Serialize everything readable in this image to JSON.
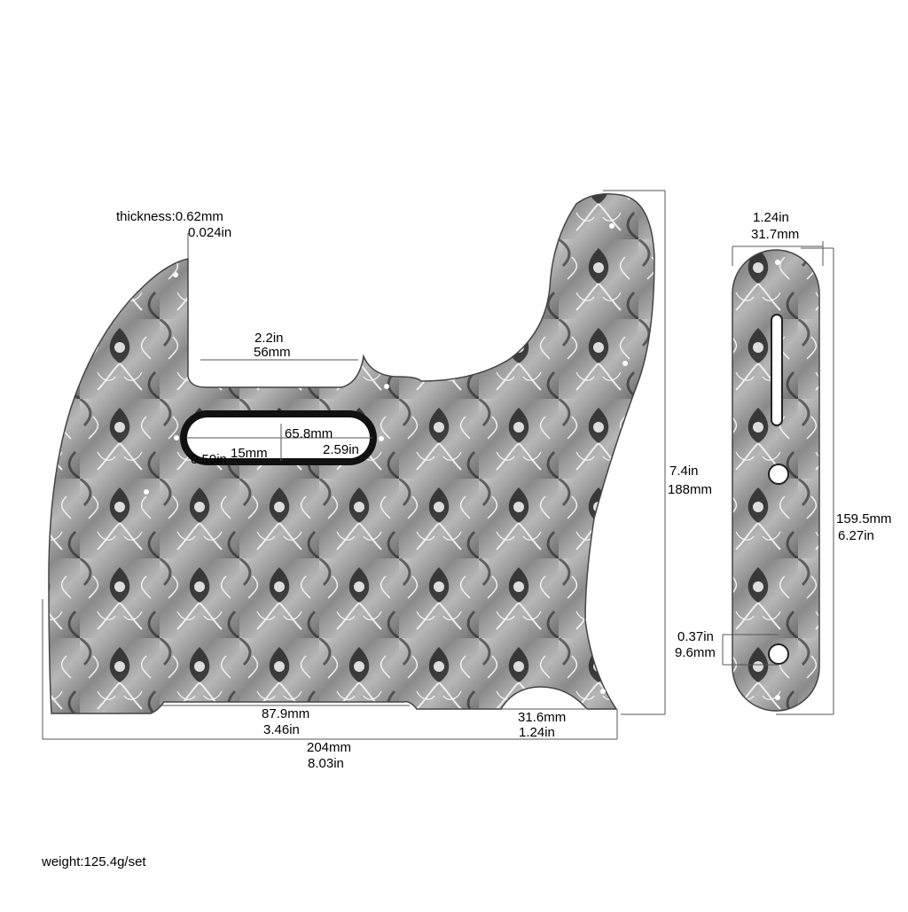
{
  "pickguard": {
    "thickness": "thickness:0.62mm",
    "thickness_in": "0.024in",
    "neck_width_in": "2.2in",
    "neck_width_mm": "56mm",
    "pickup_length_mm": "65.8mm",
    "pickup_length_in": "2.59in",
    "pickup_width_mm": "15mm",
    "pickup_width_in": "0.59in",
    "height_in": "7.4in",
    "height_mm": "188mm",
    "bottom_cutout_mm": "87.9mm",
    "bottom_cutout_in": "3.46in",
    "bottom_right_mm": "31.6mm",
    "bottom_right_in": "1.24in",
    "total_width_mm": "204mm",
    "total_width_in": "8.03in"
  },
  "control_plate": {
    "width_in": "1.24in",
    "width_mm": "31.7mm",
    "length_mm": "159.5mm",
    "length_in": "6.27in",
    "hole_in": "0.37in",
    "hole_mm": "9.6mm"
  },
  "weight": "weight:125.4g/set",
  "colors": {
    "plate_dark": "#2a2a2a",
    "plate_light": "#bdbdbd",
    "dim_line": "#555555",
    "text": "#000000"
  }
}
